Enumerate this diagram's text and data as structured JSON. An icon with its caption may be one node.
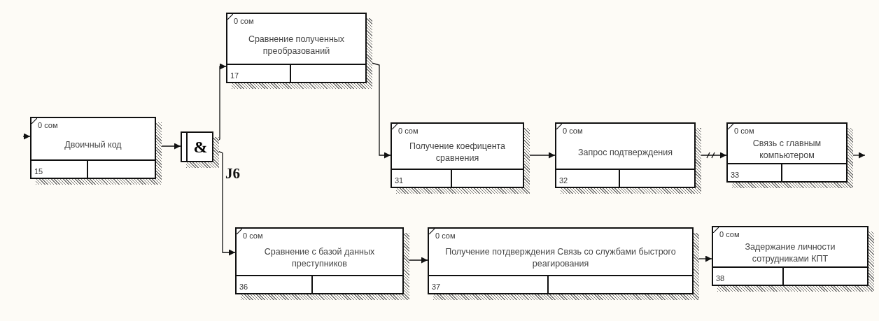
{
  "diagram": {
    "nodes": [
      {
        "text": [
          "0 сом",
          "Двоичный код",
          "15"
        ]
      },
      {
        "text": [
          "&"
        ],
        "beside": [
          "J6"
        ]
      },
      {
        "text": [
          "0 сом",
          "Сравнение полученных преобразований",
          "17"
        ]
      },
      {
        "text": [
          "0 сом",
          "Получение коефицента сравнения",
          "31"
        ]
      },
      {
        "text": [
          "0 сом",
          "Запрос подтверждения",
          "32"
        ]
      },
      {
        "text": [
          "0 сом",
          "Связь с главным компьютером",
          "33"
        ]
      },
      {
        "text": [
          "0 сом",
          "Сравнение с базой данных преступников",
          "36"
        ]
      },
      {
        "text": [
          "0 сом",
          "Получение потдверждения Связь со службами быстрого реагирования",
          "37"
        ]
      },
      {
        "text": [
          "0 сом",
          "Задержание личности сотрудниками КПТ",
          "38"
        ]
      }
    ],
    "edges": [
      {
        "from": null,
        "to": 0,
        "arrow": "to"
      },
      {
        "from": 0,
        "to": 1,
        "arrow": "to"
      },
      {
        "from": 1,
        "to": 2,
        "arrow": "to"
      },
      {
        "from": 1,
        "to": 6,
        "arrow": "to"
      },
      {
        "from": 2,
        "to": 3,
        "arrow": "to"
      },
      {
        "from": 3,
        "to": 4,
        "arrow": "to"
      },
      {
        "from": 4,
        "to": 5,
        "arrow": "to"
      },
      {
        "from": 5,
        "to": null,
        "arrow": "to"
      },
      {
        "from": 6,
        "to": 7,
        "arrow": "to"
      },
      {
        "from": 7,
        "to": 8,
        "arrow": "to"
      }
    ]
  }
}
